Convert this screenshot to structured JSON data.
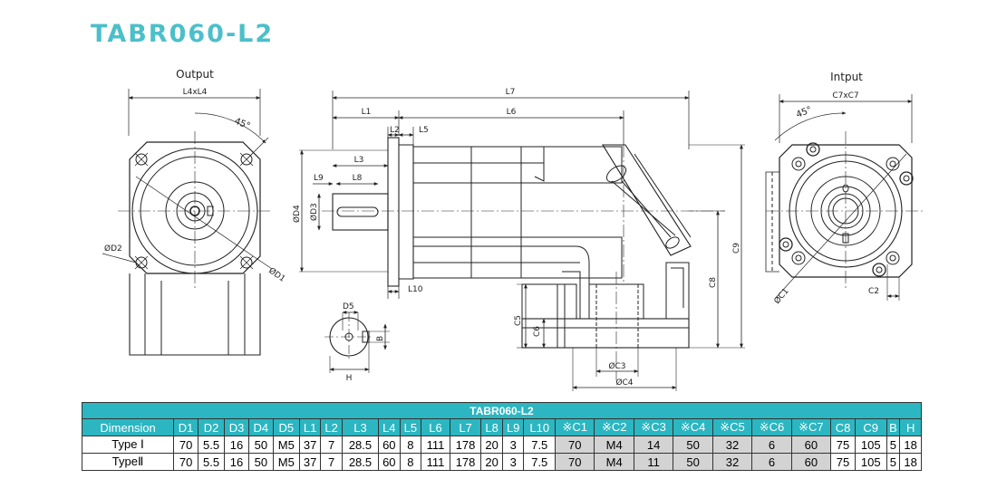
{
  "title": "TABR060-L2",
  "views": {
    "output": "Output",
    "input": "Intput"
  },
  "dims": {
    "l4xl4": "L4xL4",
    "c7xc7": "C7xC7",
    "angle_out": "45°",
    "angle_in": "45°",
    "od2": "ØD2",
    "od1": "ØD1",
    "l7": "L7",
    "l1": "L1",
    "l6": "L6",
    "l2": "L2",
    "l5": "L5",
    "l3": "L3",
    "l9": "L9",
    "l8": "L8",
    "od4": "ØD4",
    "od3": "ØD3",
    "l10": "L10",
    "c5": "C5",
    "c6": "C6",
    "c8": "C8",
    "c9": "C9",
    "oc3": "ØC3",
    "oc4": "ØC4",
    "d5": "D5",
    "b": "B",
    "h": "H",
    "oc1": "ØC1",
    "c2": "C2"
  },
  "table": {
    "title": "TABR060-L2",
    "headers": [
      "Dimension",
      "D1",
      "D2",
      "D3",
      "D4",
      "D5",
      "L1",
      "L2",
      "L3",
      "L4",
      "L5",
      "L6",
      "L7",
      "L8",
      "L9",
      "L10",
      "※C1",
      "※C2",
      "※C3",
      "※C4",
      "※C5",
      "※C6",
      "※C7",
      "C8",
      "C9",
      "B",
      "H"
    ],
    "rows": [
      {
        "label": "Type Ⅰ",
        "cells": [
          "70",
          "5.5",
          "16",
          "50",
          "M5",
          "37",
          "7",
          "28.5",
          "60",
          "8",
          "111",
          "178",
          "20",
          "3",
          "7.5",
          "70",
          "M4",
          "14",
          "50",
          "32",
          "6",
          "60",
          "75",
          "105",
          "5",
          "18"
        ]
      },
      {
        "label": "TypeⅡ",
        "cells": [
          "70",
          "5.5",
          "16",
          "50",
          "M5",
          "37",
          "7",
          "28.5",
          "60",
          "8",
          "111",
          "178",
          "20",
          "3",
          "7.5",
          "70",
          "M4",
          "11",
          "50",
          "32",
          "6",
          "60",
          "75",
          "105",
          "5",
          "18"
        ]
      }
    ],
    "shaded_columns": [
      "※C1",
      "※C2",
      "※C3",
      "※C4",
      "※C5",
      "※C6",
      "※C7"
    ]
  }
}
